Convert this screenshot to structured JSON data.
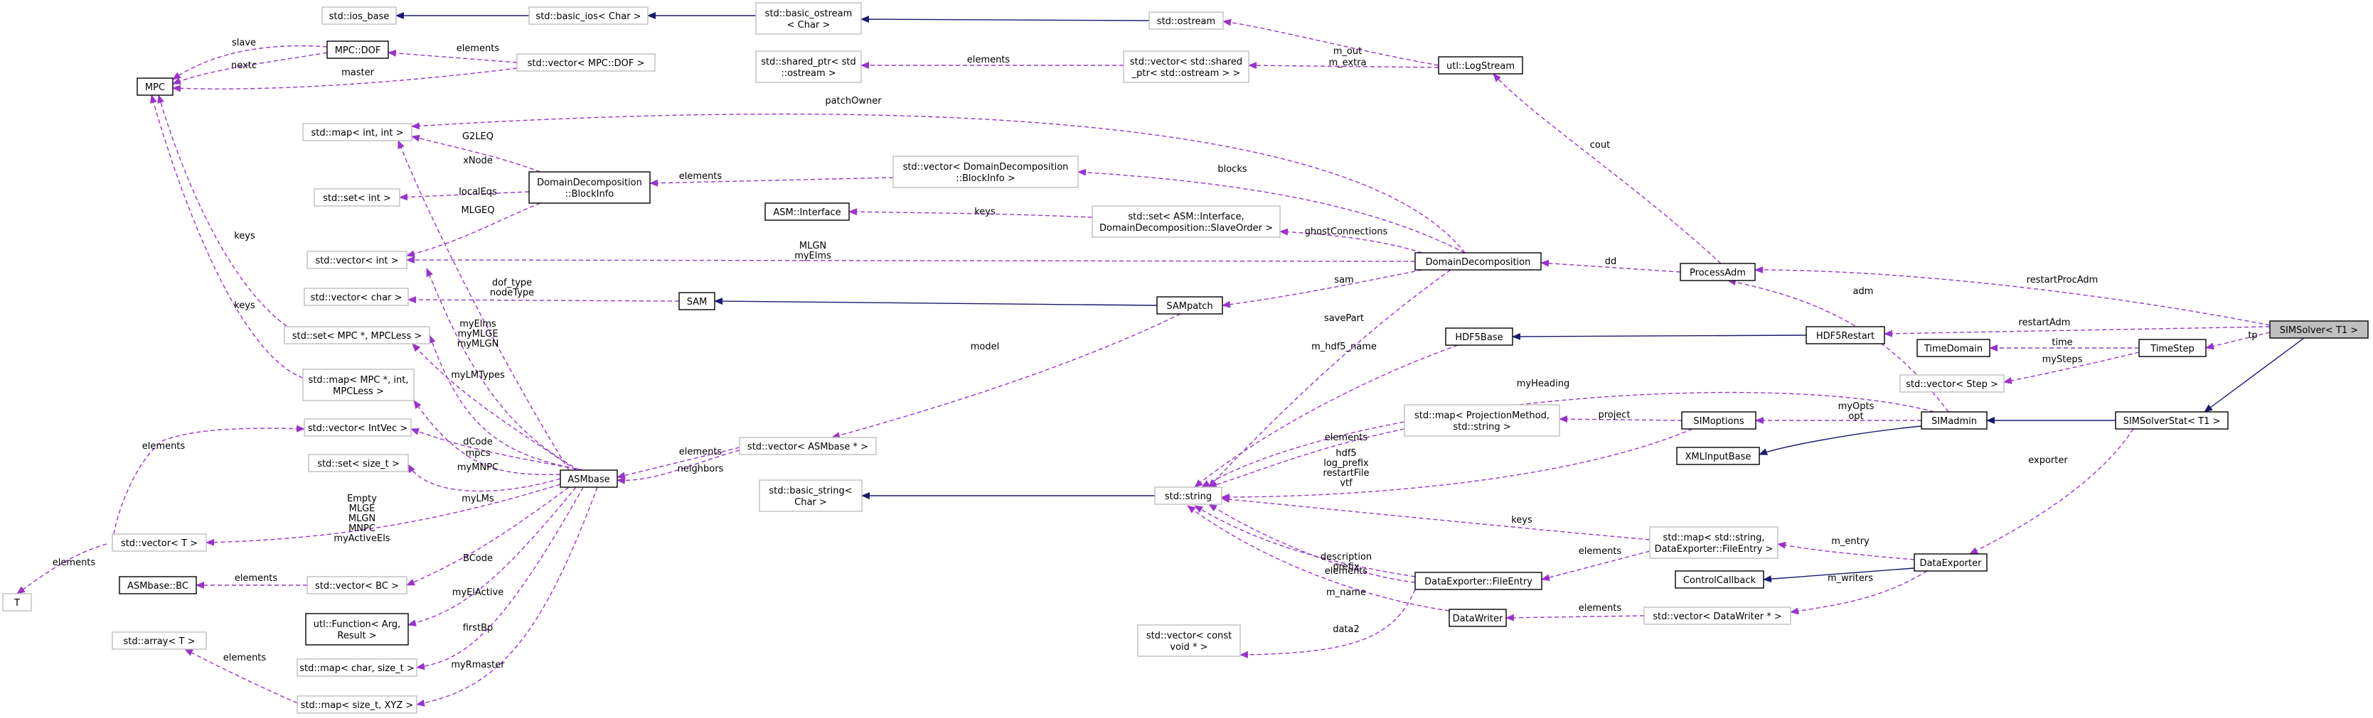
{
  "colors": {
    "inherit": "#191970",
    "usage": "#9a32cd",
    "node_border_dark": "#000000",
    "node_border_light": "#bfbfbf",
    "root_fill": "#bfbfbf"
  },
  "nodes": [
    {
      "id": "ios_base",
      "lines": [
        "std::ios_base"
      ],
      "style": "light"
    },
    {
      "id": "basic_ios",
      "lines": [
        "std::basic_ios< Char >"
      ],
      "style": "light"
    },
    {
      "id": "basic_ostream",
      "lines": [
        "std::basic_ostream",
        "< Char >"
      ],
      "style": "light"
    },
    {
      "id": "ostream",
      "lines": [
        "std::ostream"
      ],
      "style": "light"
    },
    {
      "id": "logstream",
      "lines": [
        "utl::LogStream"
      ],
      "style": "dark"
    },
    {
      "id": "mpc_dof",
      "lines": [
        "MPC::DOF"
      ],
      "style": "dark"
    },
    {
      "id": "vec_mpcdof",
      "lines": [
        "std::vector< MPC::DOF >"
      ],
      "style": "light"
    },
    {
      "id": "mpc",
      "lines": [
        "MPC"
      ],
      "style": "dark"
    },
    {
      "id": "sp_ostream",
      "lines": [
        "std::shared_ptr< std",
        "::ostream >"
      ],
      "style": "light"
    },
    {
      "id": "vec_sp_ostream",
      "lines": [
        "std::vector< std::shared",
        "_ptr< std::ostream > >"
      ],
      "style": "light"
    },
    {
      "id": "map_int_int",
      "lines": [
        "std::map< int, int >"
      ],
      "style": "light"
    },
    {
      "id": "dd_blockinfo",
      "lines": [
        "DomainDecomposition",
        "::BlockInfo"
      ],
      "style": "dark"
    },
    {
      "id": "vec_blockinfo",
      "lines": [
        "std::vector< DomainDecomposition",
        "::BlockInfo >"
      ],
      "style": "light"
    },
    {
      "id": "set_int",
      "lines": [
        "std::set< int >"
      ],
      "style": "light"
    },
    {
      "id": "asm_interface",
      "lines": [
        "ASM::Interface"
      ],
      "style": "dark"
    },
    {
      "id": "set_asm_iface",
      "lines": [
        "std::set< ASM::Interface,",
        "DomainDecomposition::SlaveOrder >"
      ],
      "style": "light"
    },
    {
      "id": "vec_int",
      "lines": [
        "std::vector< int >"
      ],
      "style": "light"
    },
    {
      "id": "domdec",
      "lines": [
        "DomainDecomposition"
      ],
      "style": "dark"
    },
    {
      "id": "processadm",
      "lines": [
        "ProcessAdm"
      ],
      "style": "dark"
    },
    {
      "id": "vec_char",
      "lines": [
        "std::vector< char >"
      ],
      "style": "light"
    },
    {
      "id": "sam",
      "lines": [
        "SAM"
      ],
      "style": "dark"
    },
    {
      "id": "sampatch",
      "lines": [
        "SAMpatch"
      ],
      "style": "dark"
    },
    {
      "id": "set_mpcptr",
      "lines": [
        "std::set< MPC *, MPCLess >"
      ],
      "style": "light"
    },
    {
      "id": "hdf5base",
      "lines": [
        "HDF5Base"
      ],
      "style": "dark"
    },
    {
      "id": "hdf5restart",
      "lines": [
        "HDF5Restart"
      ],
      "style": "dark"
    },
    {
      "id": "simsolver",
      "lines": [
        "SIMSolver< T1 >"
      ],
      "style": "root"
    },
    {
      "id": "timedomain",
      "lines": [
        "TimeDomain"
      ],
      "style": "dark"
    },
    {
      "id": "timestep",
      "lines": [
        "TimeStep"
      ],
      "style": "dark"
    },
    {
      "id": "map_mpcptr",
      "lines": [
        "std::map< MPC *, int,",
        "MPCLess >"
      ],
      "style": "light"
    },
    {
      "id": "vec_step",
      "lines": [
        "std::vector< Step >"
      ],
      "style": "light"
    },
    {
      "id": "map_projection",
      "lines": [
        "std::map< ProjectionMethod,",
        "std::string >"
      ],
      "style": "light"
    },
    {
      "id": "simoptions",
      "lines": [
        "SIMoptions"
      ],
      "style": "dark"
    },
    {
      "id": "simadmin",
      "lines": [
        "SIMadmin"
      ],
      "style": "dark"
    },
    {
      "id": "simsolverstat",
      "lines": [
        "SIMSolverStat< T1 >"
      ],
      "style": "dark"
    },
    {
      "id": "vec_intvec",
      "lines": [
        "std::vector< IntVec >"
      ],
      "style": "light"
    },
    {
      "id": "vec_asmbase",
      "lines": [
        "std::vector< ASMbase * >"
      ],
      "style": "light"
    },
    {
      "id": "xmlinputbase",
      "lines": [
        "XMLInputBase"
      ],
      "style": "dark"
    },
    {
      "id": "set_sizet",
      "lines": [
        "std::set< size_t >"
      ],
      "style": "light"
    },
    {
      "id": "asmbase",
      "lines": [
        "ASMbase"
      ],
      "style": "dark"
    },
    {
      "id": "basic_string",
      "lines": [
        "std::basic_string<",
        "Char >"
      ],
      "style": "light"
    },
    {
      "id": "string",
      "lines": [
        "std::string"
      ],
      "style": "light"
    },
    {
      "id": "vec_t",
      "lines": [
        "std::vector< T >"
      ],
      "style": "light"
    },
    {
      "id": "map_fileentry",
      "lines": [
        "std::map< std::string,",
        "DataExporter::FileEntry >"
      ],
      "style": "light"
    },
    {
      "id": "asmbase_bc",
      "lines": [
        "ASMbase::BC"
      ],
      "style": "dark"
    },
    {
      "id": "vec_bc",
      "lines": [
        "std::vector< BC >"
      ],
      "style": "light"
    },
    {
      "id": "dataexp_fileentry",
      "lines": [
        "DataExporter::FileEntry"
      ],
      "style": "dark"
    },
    {
      "id": "controlcallback",
      "lines": [
        "ControlCallback"
      ],
      "style": "dark"
    },
    {
      "id": "dataexporter",
      "lines": [
        "DataExporter"
      ],
      "style": "dark"
    },
    {
      "id": "t",
      "lines": [
        "T"
      ],
      "style": "light"
    },
    {
      "id": "array_t",
      "lines": [
        "std::array< T >"
      ],
      "style": "light"
    },
    {
      "id": "utl_function",
      "lines": [
        "utl::Function< Arg,",
        "Result >"
      ],
      "style": "dark"
    },
    {
      "id": "datawriter",
      "lines": [
        "DataWriter"
      ],
      "style": "dark"
    },
    {
      "id": "vec_datawriter",
      "lines": [
        "std::vector< DataWriter * >"
      ],
      "style": "light"
    },
    {
      "id": "vec_constvoid",
      "lines": [
        "std::vector< const",
        "void * >"
      ],
      "style": "light"
    },
    {
      "id": "map_char_sizet",
      "lines": [
        "std::map< char, size_t >"
      ],
      "style": "light"
    },
    {
      "id": "map_sizet_xyz",
      "lines": [
        "std::map< size_t, XYZ >"
      ],
      "style": "light"
    }
  ],
  "edges": [
    {
      "id": "e1",
      "kind": "inherit",
      "label": []
    },
    {
      "id": "e2",
      "kind": "inherit",
      "label": []
    },
    {
      "id": "e3",
      "kind": "inherit",
      "label": []
    },
    {
      "id": "e4",
      "kind": "usage",
      "label": [
        "m_out"
      ]
    },
    {
      "id": "e5",
      "kind": "usage",
      "label": [
        "m_extra"
      ]
    },
    {
      "id": "e6",
      "kind": "usage",
      "label": [
        "elements"
      ]
    },
    {
      "id": "e7",
      "kind": "usage",
      "label": [
        "slave"
      ]
    },
    {
      "id": "e8",
      "kind": "usage",
      "label": [
        "nextc"
      ]
    },
    {
      "id": "e9",
      "kind": "usage",
      "label": [
        "master"
      ]
    },
    {
      "id": "e10",
      "kind": "usage",
      "label": [
        "elements"
      ]
    },
    {
      "id": "e11",
      "kind": "usage",
      "label": [
        "keys"
      ]
    },
    {
      "id": "e12",
      "kind": "usage",
      "label": [
        "keys"
      ]
    },
    {
      "id": "e13",
      "kind": "usage",
      "label": [
        "patchOwner"
      ]
    },
    {
      "id": "e14",
      "kind": "usage",
      "label": [
        "G2LEQ"
      ]
    },
    {
      "id": "e15",
      "kind": "usage",
      "label": [
        "xNode"
      ]
    },
    {
      "id": "e16",
      "kind": "usage",
      "label": [
        "localEqs"
      ]
    },
    {
      "id": "e17",
      "kind": "usage",
      "label": [
        "MLGEQ"
      ]
    },
    {
      "id": "e18",
      "kind": "usage",
      "label": [
        "elements"
      ]
    },
    {
      "id": "e19",
      "kind": "usage",
      "label": [
        "blocks"
      ]
    },
    {
      "id": "e20",
      "kind": "usage",
      "label": [
        "keys"
      ]
    },
    {
      "id": "e21",
      "kind": "usage",
      "label": [
        "ghostConnections"
      ]
    },
    {
      "id": "e22",
      "kind": "usage",
      "label": [
        "MLGN",
        "myElms"
      ]
    },
    {
      "id": "e23",
      "kind": "usage",
      "label": [
        "cout"
      ]
    },
    {
      "id": "e24",
      "kind": "usage",
      "label": [
        "dd"
      ]
    },
    {
      "id": "e25",
      "kind": "usage",
      "label": [
        "restartProcAdm"
      ]
    },
    {
      "id": "e26",
      "kind": "usage",
      "label": [
        "dof_type",
        "nodeType"
      ]
    },
    {
      "id": "e27",
      "kind": "inherit",
      "label": []
    },
    {
      "id": "e28",
      "kind": "usage",
      "label": [
        "sam"
      ]
    },
    {
      "id": "e29",
      "kind": "usage",
      "label": [
        "myElms",
        "myMLGE",
        "myMLGN"
      ]
    },
    {
      "id": "e30",
      "kind": "usage",
      "label": [
        "myLMTypes"
      ]
    },
    {
      "id": "e31",
      "kind": "usage",
      "label": [
        "model"
      ]
    },
    {
      "id": "e32",
      "kind": "usage",
      "label": [
        "savePart"
      ]
    },
    {
      "id": "e33",
      "kind": "inherit",
      "label": []
    },
    {
      "id": "e34",
      "kind": "usage",
      "label": [
        "restartAdm"
      ]
    },
    {
      "id": "e35",
      "kind": "usage",
      "label": [
        "tp"
      ]
    },
    {
      "id": "e36",
      "kind": "usage",
      "label": [
        "m_hdf5_name"
      ]
    },
    {
      "id": "e37",
      "kind": "usage",
      "label": [
        "time"
      ]
    },
    {
      "id": "e38",
      "kind": "usage",
      "label": [
        "mySteps"
      ]
    },
    {
      "id": "e39",
      "kind": "usage",
      "label": [
        "mpcs"
      ]
    },
    {
      "id": "e40",
      "kind": "usage",
      "label": [
        "myHeading"
      ]
    },
    {
      "id": "e41",
      "kind": "usage",
      "label": [
        "adm"
      ]
    },
    {
      "id": "e42",
      "kind": "usage",
      "label": [
        "project"
      ]
    },
    {
      "id": "e43",
      "kind": "usage",
      "label": [
        "myOpts",
        "opt"
      ]
    },
    {
      "id": "e44",
      "kind": "inherit",
      "label": []
    },
    {
      "id": "e45",
      "kind": "inherit",
      "label": []
    },
    {
      "id": "e46",
      "kind": "inherit",
      "label": []
    },
    {
      "id": "e47",
      "kind": "usage",
      "label": [
        "elements"
      ]
    },
    {
      "id": "e48",
      "kind": "usage",
      "label": [
        "hdf5",
        "log_prefix",
        "restartFile",
        "vtf"
      ]
    },
    {
      "id": "e49",
      "kind": "usage",
      "label": [
        "elements"
      ]
    },
    {
      "id": "e50",
      "kind": "usage",
      "label": [
        "dCode"
      ]
    },
    {
      "id": "e51",
      "kind": "usage",
      "label": [
        "elements"
      ]
    },
    {
      "id": "e52",
      "kind": "usage",
      "label": [
        "neighbors"
      ]
    },
    {
      "id": "e53",
      "kind": "usage",
      "label": [
        "myMNPC"
      ]
    },
    {
      "id": "e54",
      "kind": "usage",
      "label": [
        "myLMs"
      ]
    },
    {
      "id": "e55",
      "kind": "inherit",
      "label": []
    },
    {
      "id": "e56",
      "kind": "usage",
      "label": [
        "Empty",
        "MLGE",
        "MLGN",
        "MNPC",
        "myActiveEls"
      ]
    },
    {
      "id": "e57",
      "kind": "usage",
      "label": [
        "keys"
      ]
    },
    {
      "id": "e58",
      "kind": "usage",
      "label": [
        "m_entry"
      ]
    },
    {
      "id": "e59",
      "kind": "usage",
      "label": [
        "exporter"
      ]
    },
    {
      "id": "e60",
      "kind": "usage",
      "label": [
        "BCode"
      ]
    },
    {
      "id": "e61",
      "kind": "usage",
      "label": [
        "elements"
      ]
    },
    {
      "id": "e62",
      "kind": "usage",
      "label": [
        "elements"
      ]
    },
    {
      "id": "e63",
      "kind": "usage",
      "label": [
        "description",
        "prefix"
      ]
    },
    {
      "id": "e64",
      "kind": "inherit",
      "label": []
    },
    {
      "id": "e65",
      "kind": "usage",
      "label": [
        "elements"
      ]
    },
    {
      "id": "e66",
      "kind": "usage",
      "label": [
        "elements"
      ]
    },
    {
      "id": "e67",
      "kind": "usage",
      "label": [
        "myElActive"
      ]
    },
    {
      "id": "e68",
      "kind": "usage",
      "label": [
        "m_name"
      ]
    },
    {
      "id": "e69",
      "kind": "usage",
      "label": [
        "elements"
      ]
    },
    {
      "id": "e70",
      "kind": "usage",
      "label": [
        "m_writers"
      ]
    },
    {
      "id": "e71",
      "kind": "usage",
      "label": [
        "data2"
      ]
    },
    {
      "id": "e72",
      "kind": "usage",
      "label": [
        "firstBp"
      ]
    },
    {
      "id": "e73",
      "kind": "usage",
      "label": [
        "elements"
      ]
    },
    {
      "id": "e74",
      "kind": "usage",
      "label": [
        "myRmaster"
      ]
    }
  ]
}
